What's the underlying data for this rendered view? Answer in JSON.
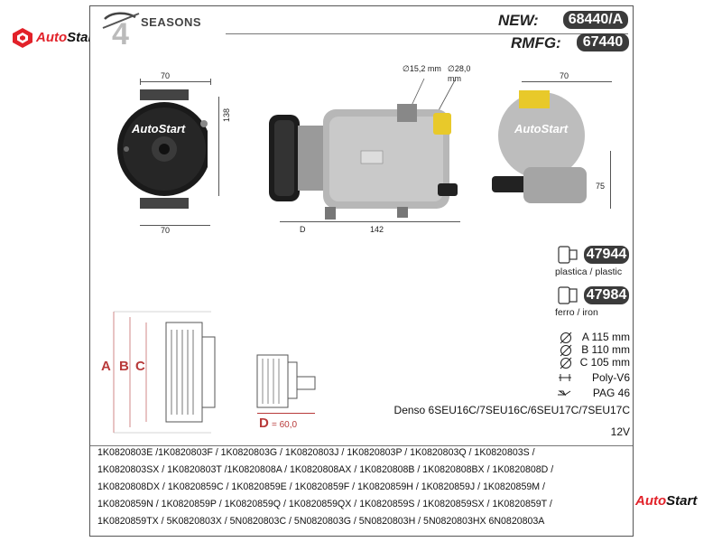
{
  "brand": {
    "seasons_logo": "SEASONS",
    "seasons_digit": "4",
    "watermark_left": "AutoStart",
    "watermark_right": "AutoStart",
    "watermark_photo1": "AutoStart",
    "watermark_photo2": "AutoStart",
    "accent_red": "#e2222a",
    "pill_color": "#3b3b3b"
  },
  "header": {
    "new_label": "NEW:",
    "new_code": "68440/A",
    "rmfg_label": "RMFG:",
    "rmfg_code": "67440"
  },
  "dimensions": {
    "front_top": "70",
    "front_side": "138",
    "front_bottom": "70",
    "side_d": "D",
    "side_length": "142",
    "port1": "∅15,2 mm",
    "port2": "∅28,0 mm",
    "rear_top": "70",
    "rear_side": "75",
    "pulley_a": "A",
    "pulley_b": "B",
    "pulley_c": "C",
    "pulley_d_label": "D",
    "pulley_d_value": "= 60,0"
  },
  "connectors": [
    {
      "code": "47944",
      "material": "plastica / plastic"
    },
    {
      "code": "47984",
      "material": "ferro / iron"
    }
  ],
  "specs": {
    "a": "A 115 mm",
    "b": "B 110 mm",
    "c": "C 105 mm",
    "belt": "Poly-V6",
    "oil": "PAG 46",
    "model": "Denso 6SEU16C/7SEU16C/6SEU17C/7SEU17C",
    "voltage": "12V"
  },
  "part_numbers": [
    "1K0820803E /1K0820803F / 1K0820803G / 1K0820803J / 1K0820803P / 1K0820803Q / 1K0820803S /",
    "1K0820803SX / 1K0820803T /1K0820808A / 1K0820808AX / 1K0820808B / 1K0820808BX / 1K0820808D /",
    "1K0820808DX / 1K0820859C / 1K0820859E / 1K0820859F / 1K0820859H / 1K0820859J / 1K0820859M /",
    "1K0820859N / 1K0820859P / 1K0820859Q / 1K0820859QX / 1K0820859S / 1K0820859SX / 1K0820859T /",
    "1K0820859TX / 5K0820803X / 5N0820803C / 5N0820803G / 5N0820803H / 5N0820803HX  6N0820803A"
  ]
}
